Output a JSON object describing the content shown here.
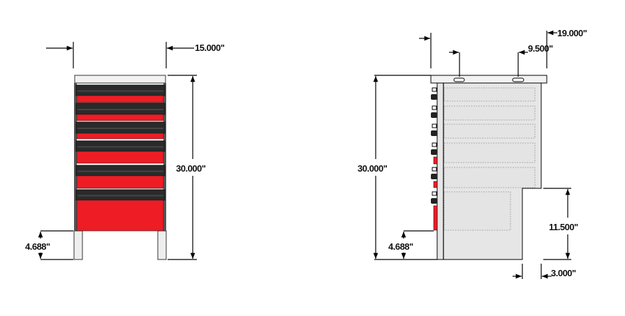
{
  "front_view": {
    "width_dim": "15.000\"",
    "height_dim": "30.000\"",
    "clearance_dim": "4.688\""
  },
  "side_view": {
    "depth_dim": "19.000\"",
    "slot_spacing_dim": "9.500\"",
    "height_dim": "30.000\"",
    "clearance_dim": "4.688\"",
    "step_height_dim": "11.500\"",
    "step_depth_dim": "3.000\""
  },
  "colors": {
    "drawer_red": "#ee1c25",
    "drawer_dark": "#2a2a2a",
    "body": "#e6e6e6"
  }
}
